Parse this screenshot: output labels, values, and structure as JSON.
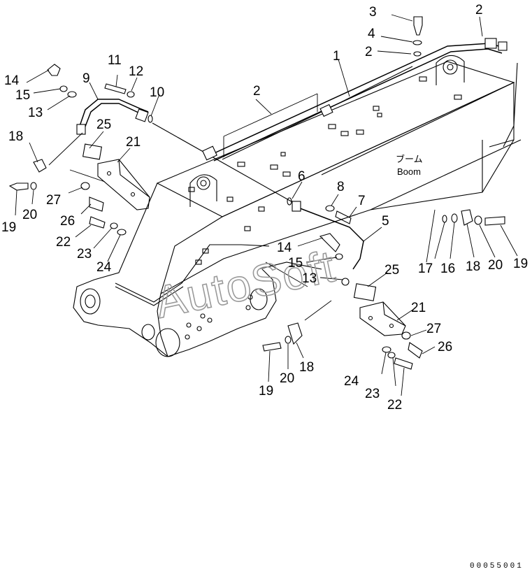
{
  "diagram": {
    "boom_label_jp": "ブーム",
    "boom_label_en": "Boom",
    "watermark": "AutoSoft",
    "document_number": "00055001",
    "callouts": [
      {
        "id": "c3",
        "text": "3"
      },
      {
        "id": "c4",
        "text": "4"
      },
      {
        "id": "c2a",
        "text": "2"
      },
      {
        "id": "c2b",
        "text": "2"
      },
      {
        "id": "c2c",
        "text": "2"
      },
      {
        "id": "c1",
        "text": "1"
      },
      {
        "id": "c14a",
        "text": "14"
      },
      {
        "id": "c9",
        "text": "9"
      },
      {
        "id": "c11",
        "text": "11"
      },
      {
        "id": "c12",
        "text": "12"
      },
      {
        "id": "c15a",
        "text": "15"
      },
      {
        "id": "c10",
        "text": "10"
      },
      {
        "id": "c13a",
        "text": "13"
      },
      {
        "id": "c25a",
        "text": "25"
      },
      {
        "id": "c18a",
        "text": "18"
      },
      {
        "id": "c21a",
        "text": "21"
      },
      {
        "id": "c6",
        "text": "6"
      },
      {
        "id": "c8",
        "text": "8"
      },
      {
        "id": "c7",
        "text": "7"
      },
      {
        "id": "c27a",
        "text": "27"
      },
      {
        "id": "c26a",
        "text": "26"
      },
      {
        "id": "c20a",
        "text": "20"
      },
      {
        "id": "c19a",
        "text": "19"
      },
      {
        "id": "c22a",
        "text": "22"
      },
      {
        "id": "c23a",
        "text": "23"
      },
      {
        "id": "c24a",
        "text": "24"
      },
      {
        "id": "c5",
        "text": "5"
      },
      {
        "id": "c14b",
        "text": "14"
      },
      {
        "id": "c15b",
        "text": "15"
      },
      {
        "id": "c13b",
        "text": "13"
      },
      {
        "id": "c25b",
        "text": "25"
      },
      {
        "id": "c17",
        "text": "17"
      },
      {
        "id": "c16",
        "text": "16"
      },
      {
        "id": "c18b",
        "text": "18"
      },
      {
        "id": "c20b",
        "text": "20"
      },
      {
        "id": "c19b",
        "text": "19"
      },
      {
        "id": "c21b",
        "text": "21"
      },
      {
        "id": "c27b",
        "text": "27"
      },
      {
        "id": "c26b",
        "text": "26"
      },
      {
        "id": "c24b",
        "text": "24"
      },
      {
        "id": "c23b",
        "text": "23"
      },
      {
        "id": "c22b",
        "text": "22"
      },
      {
        "id": "c18c",
        "text": "18"
      },
      {
        "id": "c20c",
        "text": "20"
      },
      {
        "id": "c19c",
        "text": "19"
      }
    ]
  }
}
